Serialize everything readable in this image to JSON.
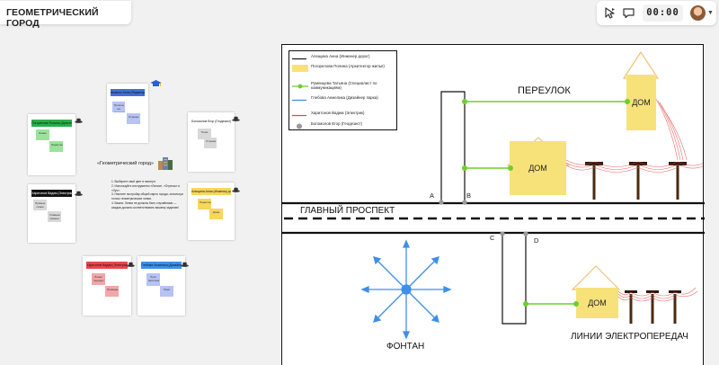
{
  "board": {
    "title": "ГЕОМЕТРИЧЕСКИЙ ГОРОД"
  },
  "toolbar": {
    "timer": "00:00",
    "icons": [
      "cursor-flag-icon",
      "comment-icon",
      "user-avatar"
    ]
  },
  "overview": {
    "center_title": "«Геометрический город»",
    "instructions": [
      "1. Выберите свой цвет в палитре.",
      "2. Используйте инструменты «Линия», «Отрезок» и",
      "«Луч».",
      "3. Начните постройку общей карты города, используя",
      "только геометрические линии.",
      "4. Важно: Линии не должны быть случайными —",
      "каждая должна соответствовать вашему заданию!"
    ],
    "frames": [
      {
        "title": "Ивченко Анна (Редактор)",
        "header_color": "#3f6fd8",
        "stickies": [
          {
            "color": "blue",
            "text": "Полосы на местности"
          },
          {
            "color": "blue",
            "text": "Отрезки"
          }
        ]
      },
      {
        "title": "Погорелова Полина (Архитектор жилья)",
        "header_color": "#25b04a",
        "stickies": [
          {
            "color": "green",
            "text": "Линии"
          },
          {
            "color": "green",
            "text": "Параллельные"
          }
        ]
      },
      {
        "title": "Харитонов Вадим (Электрик)",
        "header_color": "#111111",
        "stickies": [
          {
            "color": "gray",
            "text": "Прямые линии"
          },
          {
            "color": "gray",
            "text": "Главные прямые"
          }
        ]
      },
      {
        "title": "Богомолов Егор (Геодезист)",
        "header_color": "#ffffff",
        "stickies": [
          {
            "color": "gray",
            "text": "Точки"
          },
          {
            "color": "gray",
            "text": "Отрезки"
          }
        ]
      },
      {
        "title": "Алещина Анна (Инженер дорог)",
        "header_color": "#f7d75d",
        "stickies": [
          {
            "color": "yellow",
            "text": "Параллельные"
          },
          {
            "color": "yellow",
            "text": "Дома"
          }
        ]
      },
      {
        "title": "Харитонов Вадим (Электрик)",
        "header_color": "#e8474a",
        "stickies": [
          {
            "color": "pink",
            "text": "Линии передач"
          },
          {
            "color": "pink",
            "text": "Провода"
          }
        ]
      },
      {
        "title": "Глебова Анжелика (Дизайнер парка)",
        "header_color": "#3f8fe8",
        "stickies": [
          {
            "color": "blue",
            "text": "Лучи фонтана"
          },
          {
            "color": "blue",
            "text": "Парк"
          }
        ]
      }
    ]
  },
  "legend": [
    {
      "label": "Алещина Анна (Инженер дорог)",
      "kind": "line",
      "color": "#222222"
    },
    {
      "label": "Погорелова Полина (Архитектор жилья)",
      "kind": "rect",
      "color": "#f7e27a"
    },
    {
      "label": "Румянцева Татьяна (Специалист по коммуникациям)",
      "kind": "dotline",
      "color": "#6cd02a"
    },
    {
      "label": "Глебова Анжелика (Дизайнер парка)",
      "kind": "line",
      "color": "#3f8fe8"
    },
    {
      "label": "Харитонов Вадим (Электрик)",
      "kind": "line",
      "color": "#e8474a"
    },
    {
      "label": "Богомолов Егор (Геодезист)",
      "kind": "dot",
      "color": "#9a9a9a"
    }
  ],
  "map": {
    "street_top": "ПЕРЕУЛОК",
    "main_avenue": "ГЛАВНЫЙ ПРОСПЕКТ",
    "fountain": "ФОНТАН",
    "power_lines": "ЛИНИИ ЭЛЕКТРОПЕРЕДАЧ",
    "house_label": "ДОМ",
    "points": [
      "A",
      "B",
      "C",
      "D"
    ],
    "colors": {
      "road": "#111111",
      "house": "#f7e27a",
      "comm": "#6cd02a",
      "fountain": "#3f8fe8",
      "wires": "#e8474a",
      "pole": "#4a2a10",
      "survey": "#9a9a9a"
    }
  }
}
